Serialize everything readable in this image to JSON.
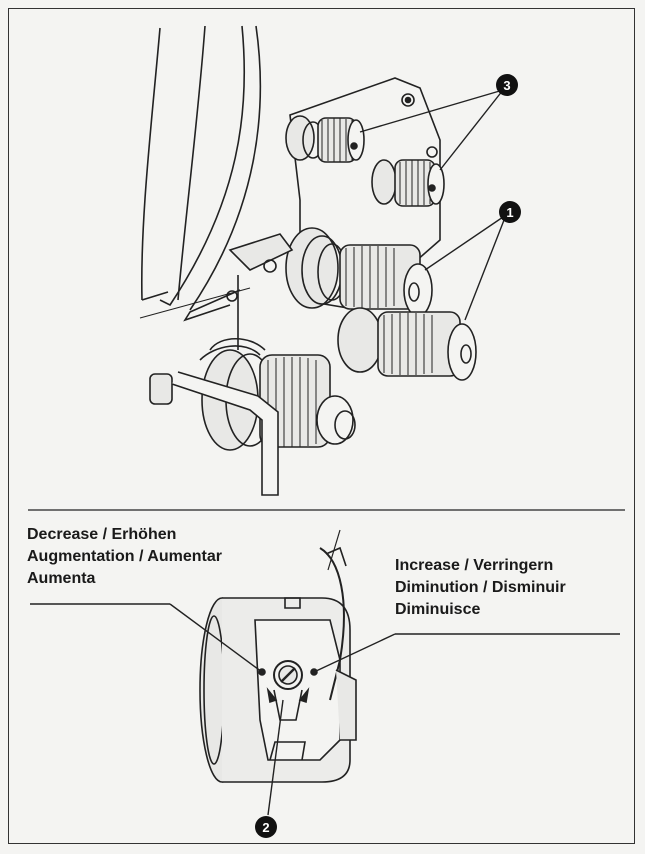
{
  "labels": {
    "decrease": [
      "Decrease / Erhöhen",
      "Augmentation / Aumentar",
      "Aumenta"
    ],
    "increase": [
      "Increase  / Verringern",
      "Diminution / Disminuir",
      "Diminuisce"
    ]
  },
  "callouts": {
    "top_right_small": "3",
    "top_right_large": "1",
    "bottom_screw": "2"
  }
}
